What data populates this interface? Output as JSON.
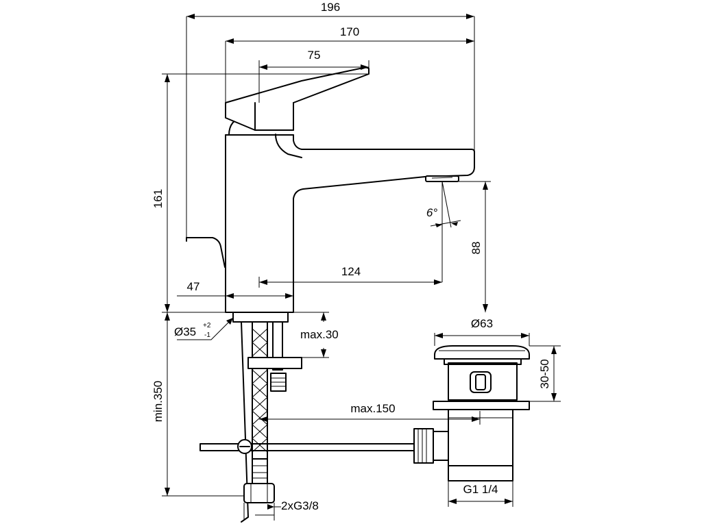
{
  "dimensions": {
    "overall_width": "196",
    "body_width": "170",
    "lever_length": "75",
    "height": "161",
    "spout_reach": "124",
    "spout_height": "88",
    "base_width": "47",
    "spout_angle": "6°",
    "hole_diameter": "Ø35",
    "hole_tol_plus": "+2",
    "hole_tol_minus": "-1",
    "deck_thickness": "max.30",
    "min_depth": "min.350",
    "pop_up_diameter": "Ø63",
    "deck_range": "30-50",
    "rod_reach": "max.150",
    "waste_thread": "G1 1/4",
    "connection_thread": "2xG3/8"
  }
}
